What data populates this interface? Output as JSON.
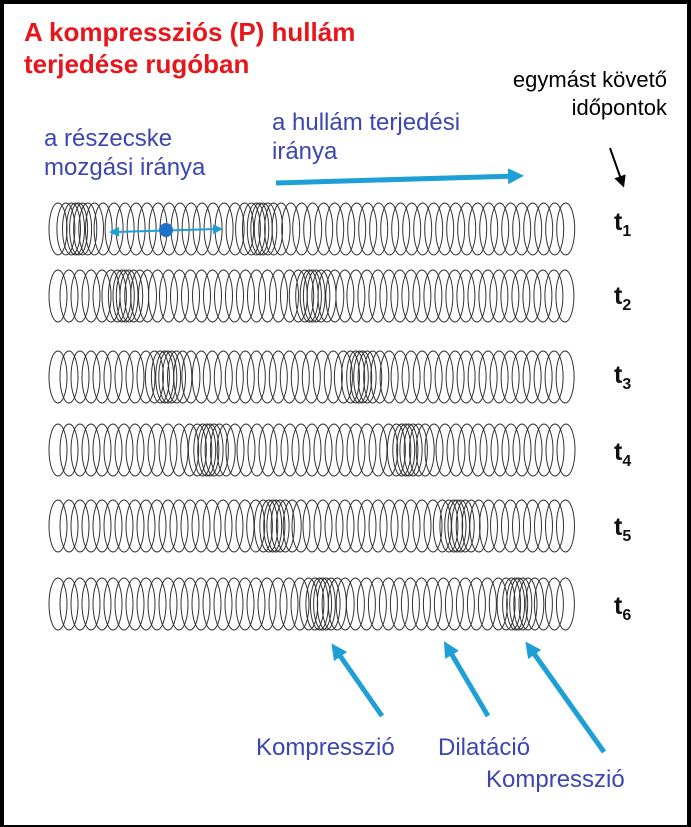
{
  "title": "A kompressziós (P) hullám\nterjedése rugóban",
  "labels": {
    "particle_direction": "a részecske\nmozgási iránya",
    "wave_direction": "a hullám terjedési\niránya",
    "time_points": "egymást követő\nidőpontok",
    "compression_1": "Kompresszió",
    "dilatation": "Dilatáció",
    "compression_2": "Kompresszió"
  },
  "springs": [
    {
      "base": "t",
      "sub": "1"
    },
    {
      "base": "t",
      "sub": "2"
    },
    {
      "base": "t",
      "sub": "3"
    },
    {
      "base": "t",
      "sub": "4"
    },
    {
      "base": "t",
      "sub": "5"
    },
    {
      "base": "t",
      "sub": "6"
    }
  ],
  "colors": {
    "title": "#e8151b",
    "label_text": "#3b46b2",
    "arrow": "#1ea0d7",
    "coil": "#333333"
  }
}
